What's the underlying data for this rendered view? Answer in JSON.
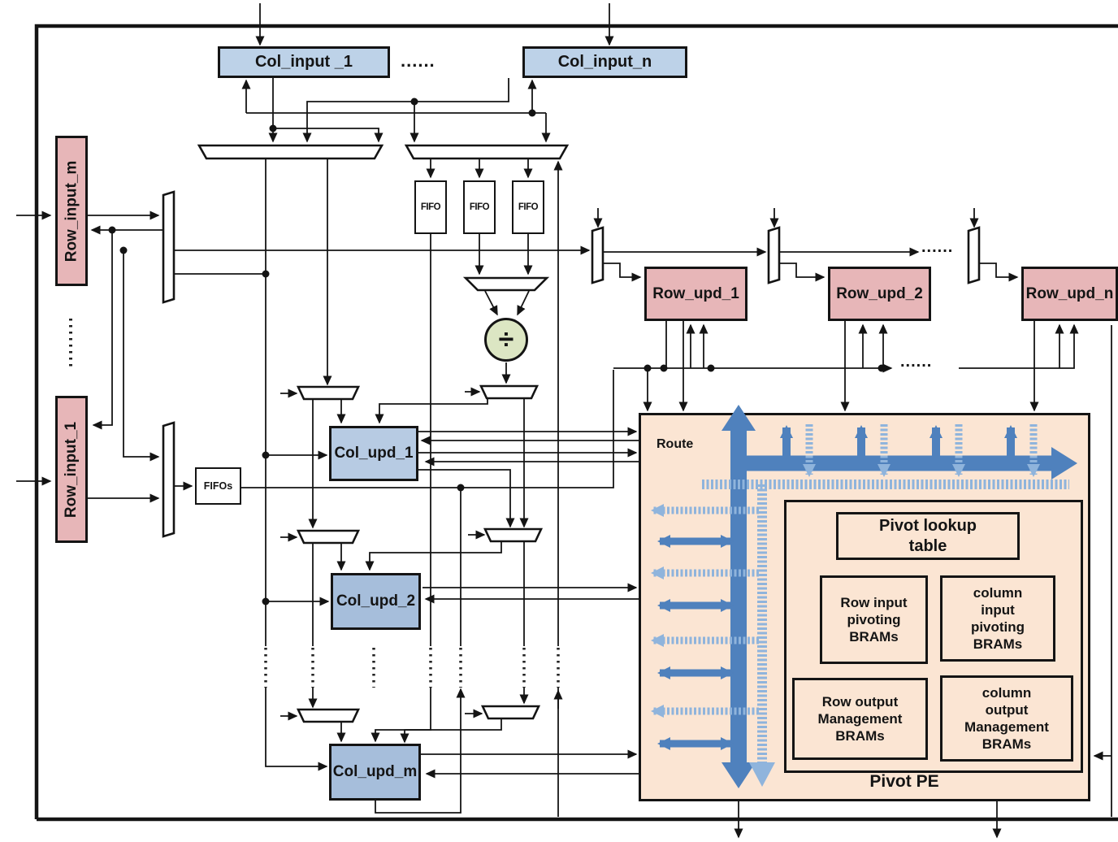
{
  "diagram": {
    "top": {
      "col_input_1": "Col_input _1",
      "col_input_n": "Col_input_n",
      "dots": "......"
    },
    "left": {
      "row_input_m": "Row_input_m",
      "row_input_1": "Row_input_1",
      "dots": "......",
      "fifos": "FIFOs"
    },
    "middle": {
      "fifo": "FIFO",
      "divider": "÷",
      "col_upd_1": "Col_upd_1",
      "col_upd_2": "Col_upd_2",
      "col_upd_m": "Col_upd_m"
    },
    "right": {
      "row_upd_1": "Row_upd_1",
      "row_upd_2": "Row_upd_2",
      "row_upd_n": "Row_upd_n",
      "dots": "......"
    },
    "pivot": {
      "route": "Route",
      "lookup": "Pivot lookup table",
      "row_in_brams": "Row input pivoting BRAMs",
      "col_in_brams": "column input pivoting BRAMs",
      "row_out_brams": "Row output Management BRAMs",
      "col_out_brams": "column output Management BRAMs",
      "title": "Pivot PE"
    },
    "colors": {
      "input_blue": "#bdd2e8",
      "upd_blue": "#b7cbe3",
      "upd_blue_dark": "#a6bedb",
      "pink": "#e7b6b8",
      "peach": "#fbe5d3",
      "divider_green": "#dce6c3",
      "route_solid": "#4f81bd",
      "route_dotted": "#8fb4dc",
      "wire": "#141414"
    }
  }
}
